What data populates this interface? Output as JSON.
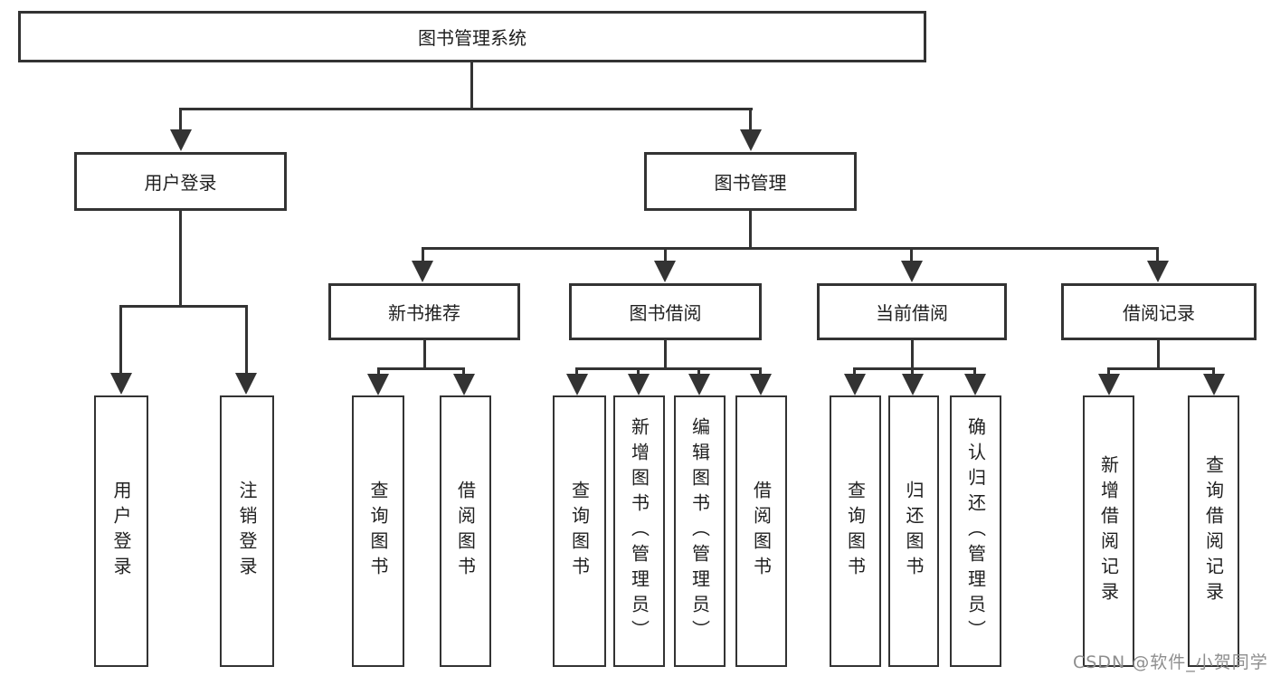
{
  "diagram": {
    "title": "图书管理系统",
    "branches": {
      "user_login": {
        "label": "用户登录",
        "children": [
          "用户登录",
          "注销登录"
        ]
      },
      "book_mgmt": {
        "label": "图书管理",
        "sections": [
          {
            "label": "新书推荐",
            "children": [
              "查询图书",
              "借阅图书"
            ]
          },
          {
            "label": "图书借阅",
            "children": [
              "查询图书",
              "新增图书（管理员）",
              "编辑图书（管理员）",
              "借阅图书"
            ]
          },
          {
            "label": "当前借阅",
            "children": [
              "查询图书",
              "归还图书",
              "确认归还（管理员）"
            ]
          },
          {
            "label": "借阅记录",
            "children": [
              "新增借阅记录",
              "查询借阅记录"
            ]
          }
        ]
      }
    },
    "colors": {
      "line": "#333333",
      "text": "#1f1f1f",
      "background": "#ffffff"
    }
  },
  "watermark": {
    "text": "CSDN @软件_小贺同学",
    "color": "#8e8e8e"
  }
}
